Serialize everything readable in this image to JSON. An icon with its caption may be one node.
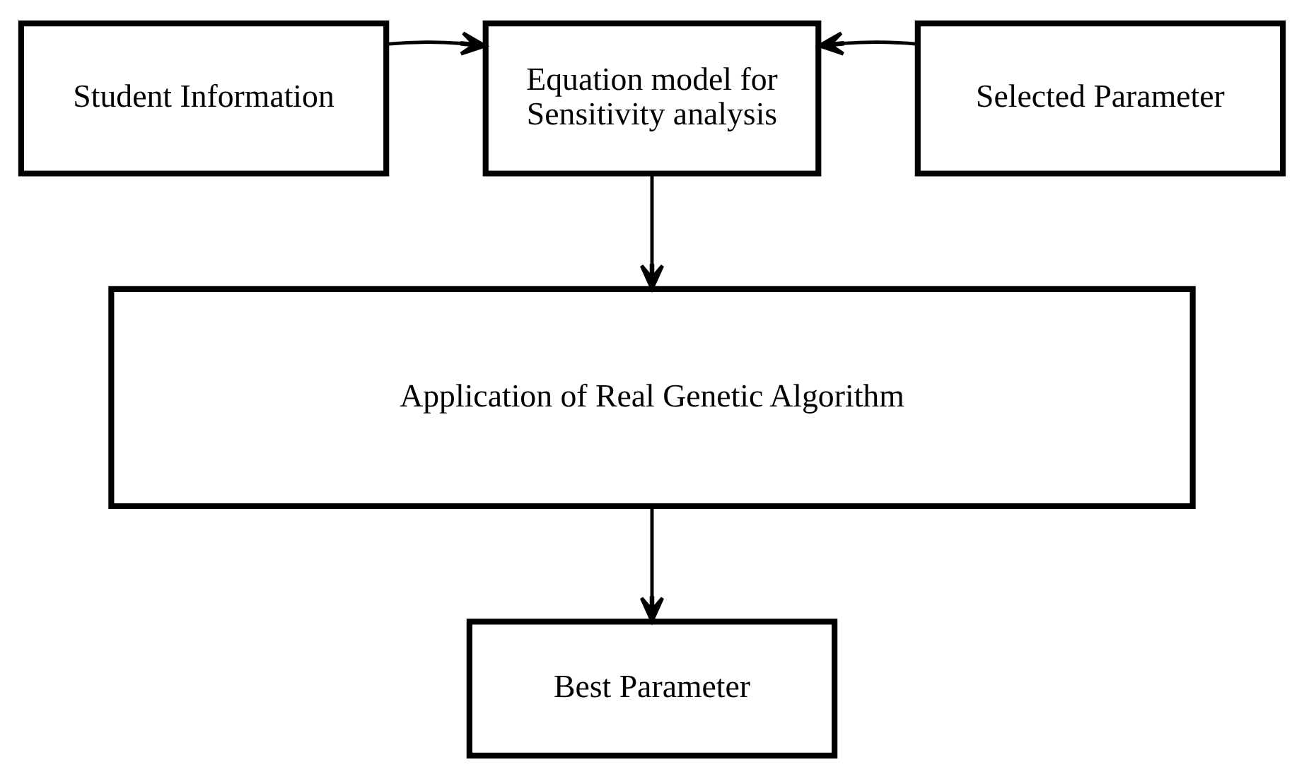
{
  "diagram": {
    "nodes": [
      {
        "text": [
          "Student Information"
        ]
      },
      {
        "text": [
          "Equation model for Sensitivity analysis"
        ]
      },
      {
        "text": [
          "Selected Parameter"
        ]
      },
      {
        "text": [
          "Application of Real Genetic Algorithm"
        ]
      },
      {
        "text": [
          "Best Parameter"
        ]
      }
    ],
    "edges": [
      {
        "from": 0,
        "to": 1,
        "arrow": "to"
      },
      {
        "from": 2,
        "to": 1,
        "arrow": "to"
      },
      {
        "from": 1,
        "to": 3,
        "arrow": "to"
      },
      {
        "from": 3,
        "to": 4,
        "arrow": "to"
      }
    ]
  }
}
